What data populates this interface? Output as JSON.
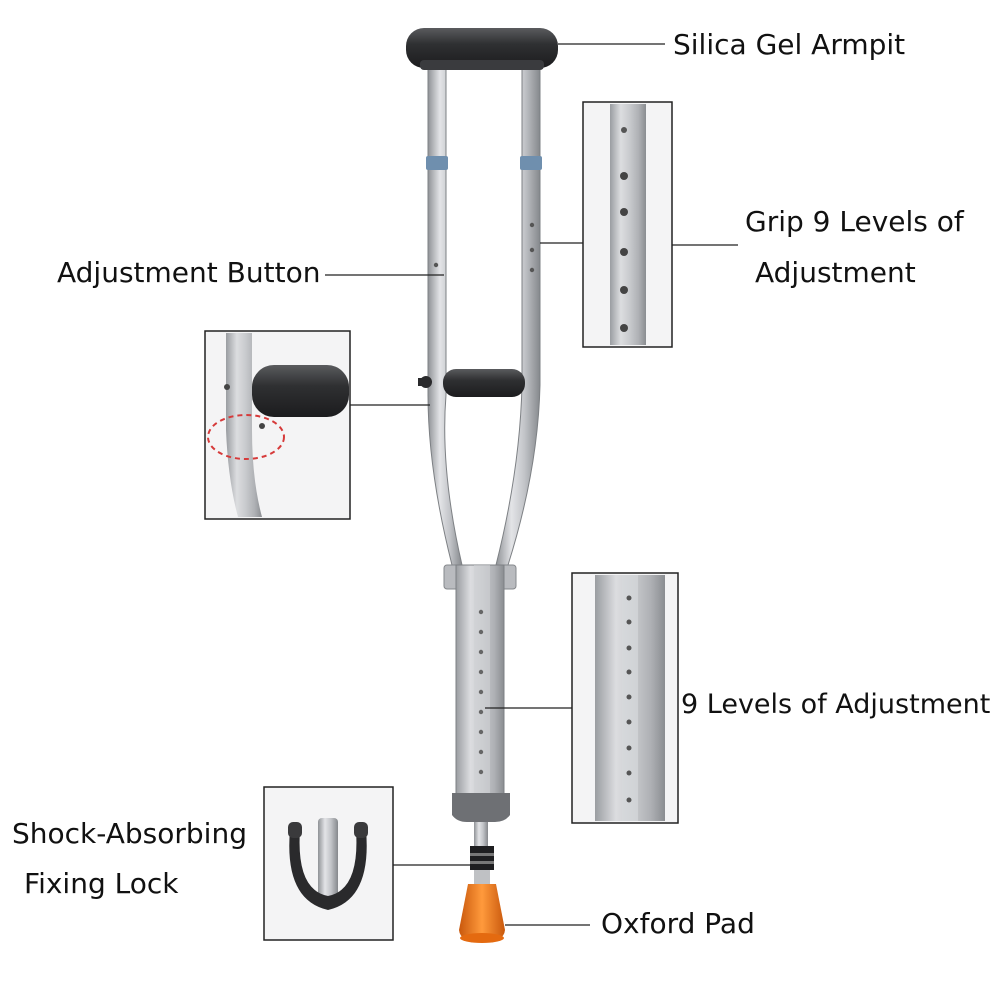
{
  "labels": {
    "armpit": "Silica Gel Armpit",
    "grip_line1": "Grip 9 Levels of",
    "grip_line2": "Adjustment",
    "adjustment_button": "Adjustment Button",
    "levels": "9 Levels of Adjustment",
    "shock_line1": "Shock-Absorbing",
    "shock_line2": "Fixing Lock",
    "oxford_pad": "Oxford Pad"
  },
  "colors": {
    "tube_light": "#d9dadd",
    "tube_mid": "#b8babe",
    "tube_dark": "#8f9296",
    "rubber": "#2e2e30",
    "band_blue": "#6f8fae",
    "tip_orange": "#f07a1c",
    "callout_red": "#d63a3a",
    "line": "#222222"
  }
}
